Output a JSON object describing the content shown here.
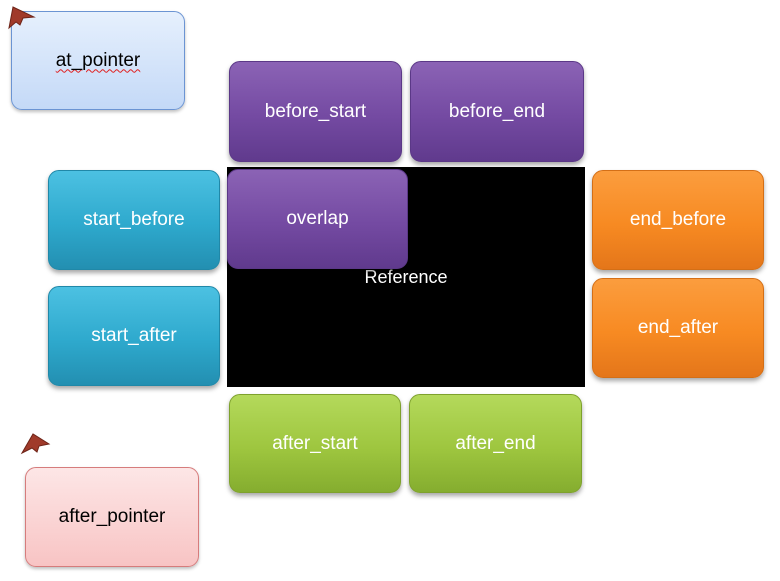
{
  "reference": {
    "label": "Reference"
  },
  "boxes": {
    "at_pointer": "at_pointer",
    "after_pointer": "after_pointer",
    "before_start": "before_start",
    "before_end": "before_end",
    "start_before": "start_before",
    "start_after": "start_after",
    "overlap": "overlap",
    "end_before": "end_before",
    "end_after": "end_after",
    "after_start": "after_start",
    "after_end": "after_end"
  },
  "icons": {
    "pointer": "pointer-arrow-icon"
  },
  "colors": {
    "purple": "#744aa2",
    "cyan": "#2ea9cd",
    "orange": "#f78a22",
    "green": "#9ec63f",
    "pointer_box_blue": "#c4d9f7",
    "pointer_box_pink": "#f8c4c4",
    "reference": "#000000",
    "arrow": "#a03a2a"
  }
}
